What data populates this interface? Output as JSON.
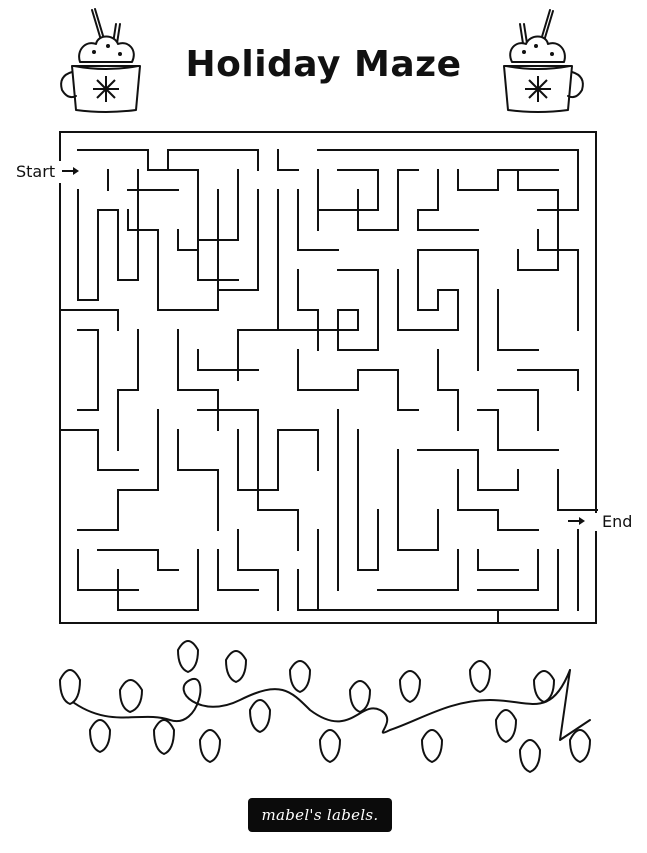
{
  "title": "Holiday Maze",
  "labels": {
    "start": "Start",
    "end": "End"
  },
  "brand": {
    "text": "mabel's labels."
  },
  "icons": {
    "mug_left": "hot-cocoa-mug-icon",
    "mug_right": "hot-cocoa-mug-icon",
    "lights": "string-lights-icon",
    "arrow": "right-arrow-icon"
  },
  "colors": {
    "ink": "#111111",
    "background": "#ffffff",
    "brand_bg": "#0b0b0b"
  }
}
